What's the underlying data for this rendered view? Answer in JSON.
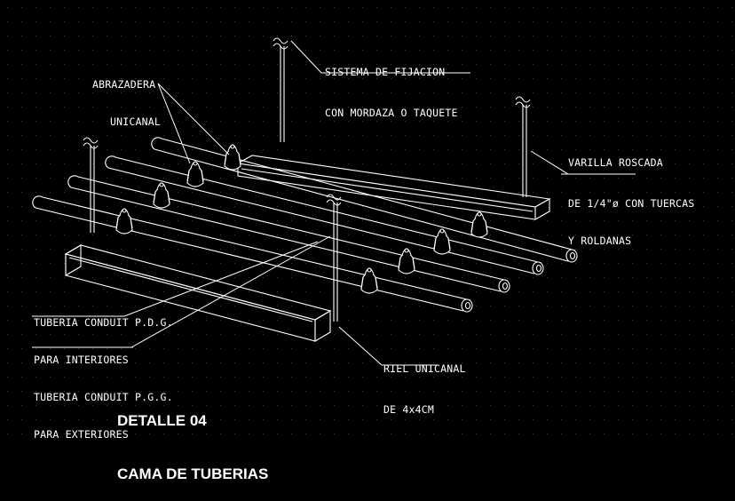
{
  "labels": {
    "abrazadera": [
      "ABRAZADERA",
      "UNICANAL"
    ],
    "sistema": [
      "SISTEMA DE FIJACION",
      "CON MORDAZA O TAQUETE"
    ],
    "varilla": [
      "VARILLA ROSCADA",
      "DE 1/4\"ø CON TUERCAS",
      "Y ROLDANAS"
    ],
    "tuberia": [
      "TUBERIA CONDUIT P.D.G.",
      "PARA INTERIORES",
      "TUBERIA CONDUIT P.G.G.",
      "PARA EXTERIORES"
    ],
    "riel": [
      "RIEL UNICANAL",
      "DE 4x4CM"
    ]
  },
  "title": {
    "line1": "DETALLE 04",
    "line2": "CAMA DE TUBERIAS"
  },
  "colors": {
    "background": "#000000",
    "lines": "#ffffff",
    "grid_dots": "#3a3a3a"
  }
}
